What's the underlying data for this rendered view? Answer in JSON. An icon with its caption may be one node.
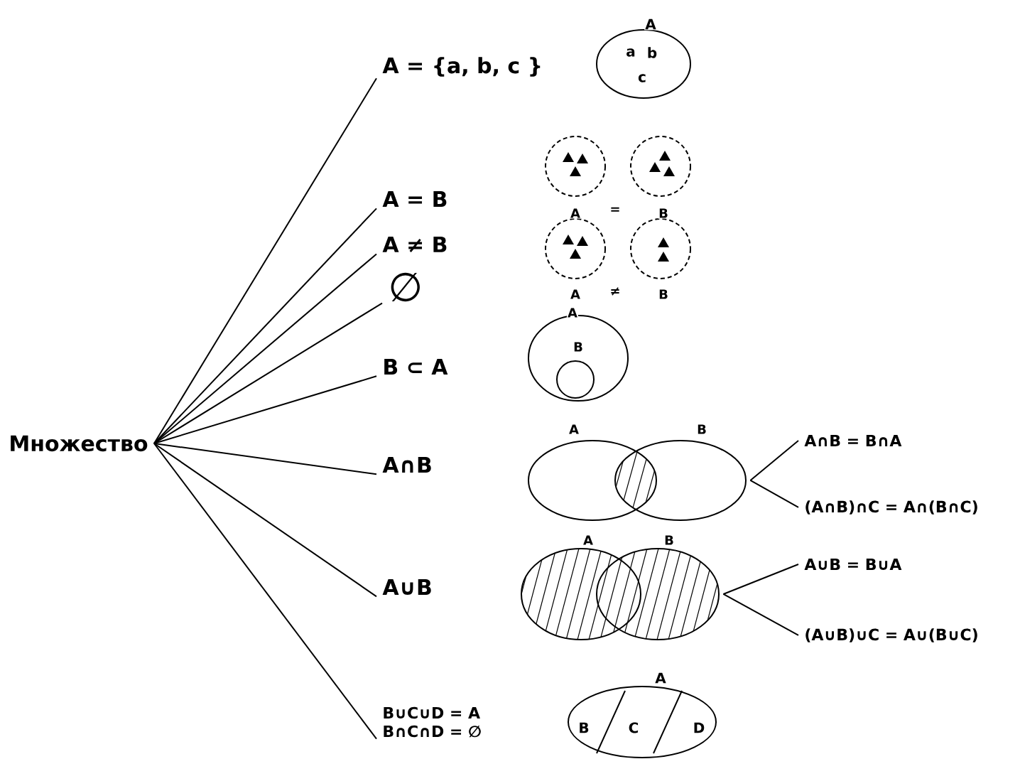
{
  "diagram": {
    "nodes": [
      {
        "text": [
          "Множество"
        ]
      },
      {
        "text": [
          "A = {a, b, c }"
        ]
      },
      {
        "text": [
          "A = B"
        ]
      },
      {
        "text": [
          "A ≠ B"
        ]
      },
      {
        "text": [
          "∅"
        ]
      },
      {
        "text": [
          "B ⊂ A"
        ]
      },
      {
        "text": [
          "A∩B"
        ]
      },
      {
        "text": [
          "A∪B"
        ]
      },
      {
        "text": [
          "B∪C∪D = A",
          "B∩C∩D = ∅"
        ]
      },
      {
        "text": [],
        "shape": "picture",
        "beside": [
          "A",
          "B"
        ]
      },
      {
        "text": [
          "A∩B = B∩A"
        ]
      },
      {
        "text": [
          "(A∩B)∩C = A∩(B∩C)"
        ]
      },
      {
        "text": [],
        "shape": "picture",
        "beside": [
          "A",
          "B"
        ]
      },
      {
        "text": [
          "A∪B = B∪A"
        ]
      },
      {
        "text": [
          "(A∪B)∪C = A∪(B∪C)"
        ]
      }
    ],
    "edges": [
      {
        "from": 0,
        "to": 1,
        "arrow": "none"
      },
      {
        "from": 0,
        "to": 2,
        "arrow": "none"
      },
      {
        "from": 0,
        "to": 3,
        "arrow": "none"
      },
      {
        "from": 0,
        "to": 4,
        "arrow": "none"
      },
      {
        "from": 0,
        "to": 5,
        "arrow": "none"
      },
      {
        "from": 0,
        "to": 6,
        "arrow": "none"
      },
      {
        "from": 0,
        "to": 7,
        "arrow": "none"
      },
      {
        "from": 0,
        "to": 8,
        "arrow": "none"
      },
      {
        "from": 9,
        "to": 10,
        "arrow": "none"
      },
      {
        "from": 9,
        "to": 11,
        "arrow": "none"
      },
      {
        "from": 12,
        "to": 13,
        "arrow": "none"
      },
      {
        "from": 12,
        "to": 14,
        "arrow": "none"
      }
    ],
    "labels": [
      "A",
      "a",
      "b",
      "c",
      "A",
      "=",
      "B",
      "A",
      "≠",
      "B",
      "A",
      "B",
      "A",
      "B",
      "C",
      "D"
    ]
  }
}
